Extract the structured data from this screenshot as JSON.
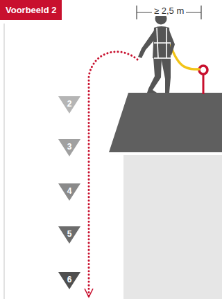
{
  "diagram": {
    "title": "Voorbeeld 2",
    "nodes": [
      {
        "text": [
          "2"
        ]
      },
      {
        "text": [
          "3"
        ]
      },
      {
        "text": [
          "4"
        ]
      },
      {
        "text": [
          "5"
        ]
      },
      {
        "text": [
          "6"
        ]
      }
    ],
    "labels": [
      "≥ 2,5 m"
    ]
  }
}
